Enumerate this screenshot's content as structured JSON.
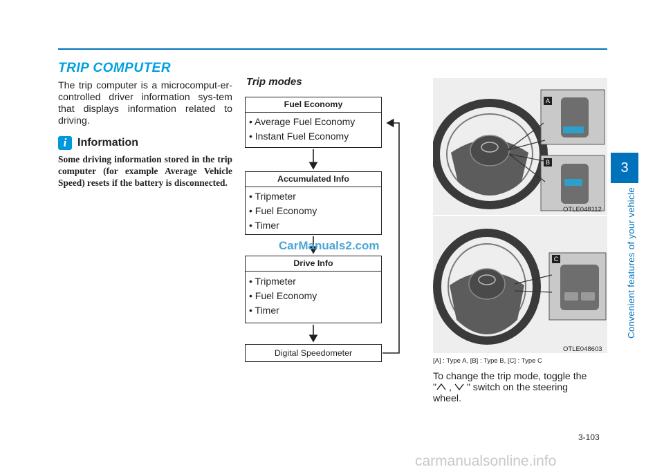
{
  "section": {
    "title": "TRIP COMPUTER",
    "intro": "The trip computer is a microcomput-er-controlled driver information sys-tem that displays information related to driving."
  },
  "information": {
    "icon": "info-icon",
    "icon_glyph": "i",
    "heading": "Information",
    "body": "Some driving information stored in the trip computer (for example Average Vehicle Speed) resets if the battery is disconnected."
  },
  "trip_modes": {
    "heading": "Trip modes",
    "boxes": [
      {
        "title": "Fuel Economy",
        "items": [
          "• Average Fuel Economy",
          "• Instant Fuel Economy"
        ]
      },
      {
        "title": "Accumulated Info",
        "items": [
          "• Tripmeter",
          "• Fuel Economy",
          "• Timer"
        ]
      },
      {
        "title": "Drive Info",
        "items": [
          "• Tripmeter",
          "• Fuel Economy",
          "• Timer"
        ]
      },
      {
        "title": "Digital Speedometer"
      }
    ]
  },
  "watermark": "CarManuals2.com",
  "photos": {
    "top_code": "OTLE048112",
    "bottom_code": "OTLE048603",
    "labels": [
      "A",
      "B",
      "C"
    ],
    "caption": "[A] : Type A, [B] : Type B, [C] : Type C"
  },
  "change_text": {
    "line1": "To change the trip mode, toggle the",
    "line2_pre": "\"",
    "line2_mid": " , ",
    "line2_post": " \" switch on the steering",
    "line3": "wheel.",
    "up_icon": "caret-up-icon",
    "down_icon": "caret-down-icon"
  },
  "chapter": {
    "number": "3",
    "title": "Convenient features of your vehicle"
  },
  "page_number": "3-103",
  "footer": "carmanualsonline.info",
  "colors": {
    "accent": "#0072bc",
    "title": "#00a0e0",
    "info": "#0098db"
  }
}
